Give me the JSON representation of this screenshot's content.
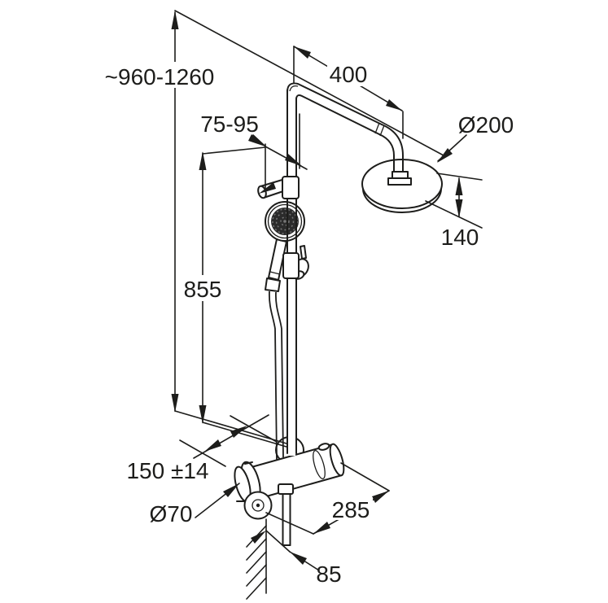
{
  "drawing": {
    "type": "technical-dimension-drawing",
    "subject": "thermostatic shower system with overhead and hand shower",
    "colors": {
      "line": "#1d1d1b",
      "background": "#ffffff",
      "spray_face": "#2b2b2b"
    },
    "dimensions": {
      "overall_height": "~960-1260",
      "arm_length": "400",
      "head_diameter": "Ø200",
      "bracket_offset_range": "75-95",
      "head_height": "140",
      "rail_height": "855",
      "supply_spacing": "150 ±14",
      "handle_diameter": "Ø70",
      "mixer_width": "285",
      "wall_offset": "85"
    }
  }
}
